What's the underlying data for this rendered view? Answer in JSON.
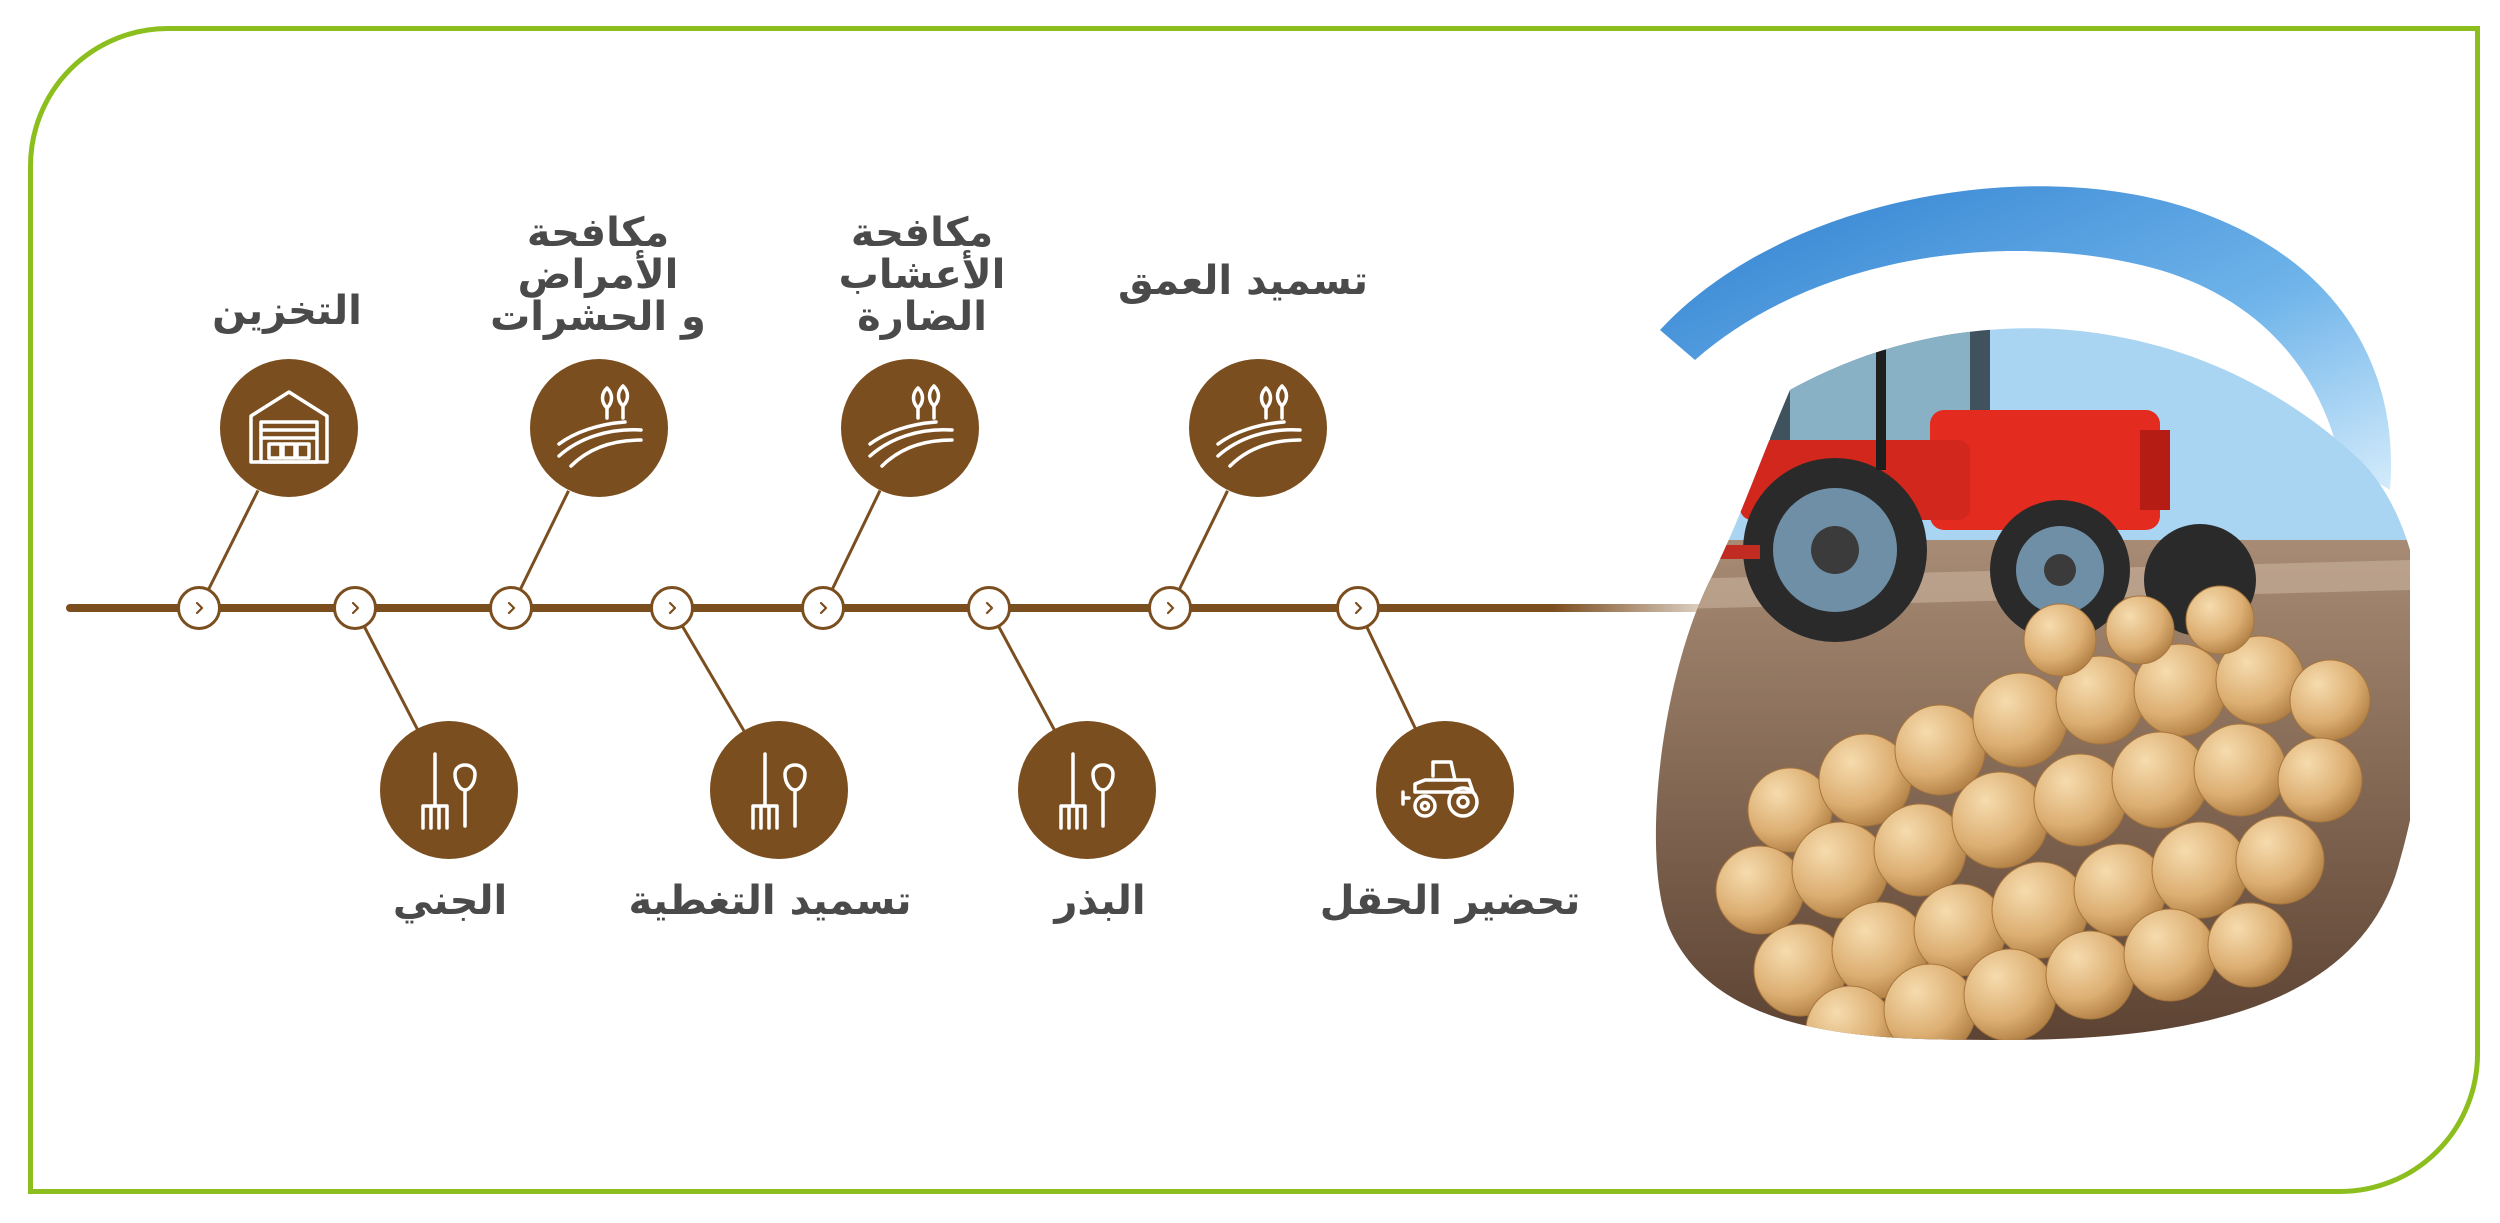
{
  "stages": [
    {
      "id": "field_prep",
      "label": "تحضير الحقل",
      "icon": "tractor-icon"
    },
    {
      "id": "deep_fertilization",
      "label": "تسميد العمق",
      "icon": "field-plants-icon"
    },
    {
      "id": "sowing",
      "label": "البذر",
      "icon": "fork-shovel-icon"
    },
    {
      "id": "weed_control",
      "label": "مكافحة\nالأعشاب\nالضارة",
      "icon": "field-plants-icon"
    },
    {
      "id": "top_dressing",
      "label": "تسميد التغطية",
      "icon": "fork-shovel-icon"
    },
    {
      "id": "disease_pest_control",
      "label": "مكافحة\nالأمراض\nو الحشرات",
      "icon": "field-plants-icon"
    },
    {
      "id": "harvest",
      "label": "الجني",
      "icon": "fork-shovel-icon"
    },
    {
      "id": "storage",
      "label": "التخزين",
      "icon": "warehouse-icon"
    }
  ],
  "colors": {
    "frame": "#8cbf1e",
    "timeline": "#7b4e1f",
    "label_text": "#4a4a4a",
    "sky": "#3f8fd6",
    "tractor": "#e32b1f",
    "chickpea": "#dcae72"
  },
  "image": {
    "subject": "tractor-chickpeas-photo"
  }
}
